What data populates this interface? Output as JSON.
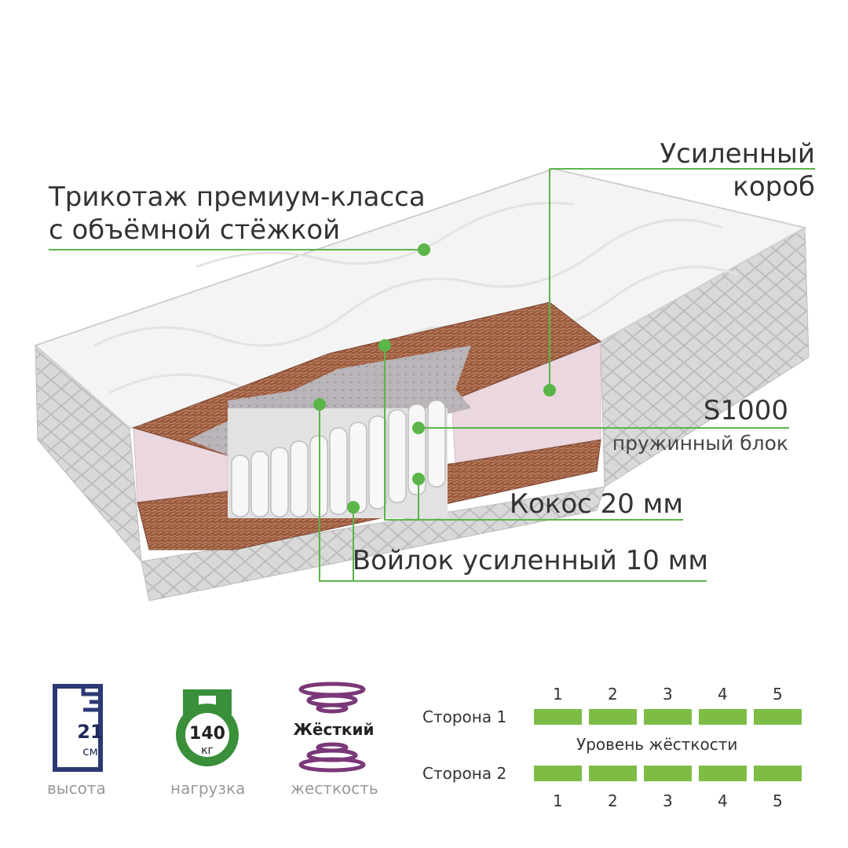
{
  "callouts": {
    "knit_line1": "Трикотаж премиум-класса",
    "knit_line2": "с объёмной стёжкой",
    "box_line1": "Усиленный",
    "box_line2": "короб",
    "spring_model": "S1000",
    "spring_desc": "пружинный блок",
    "coconut": "Кокос 20 мм",
    "felt": "Войлок усиленный 10 мм"
  },
  "specs": {
    "height_value": "21",
    "height_unit": "см",
    "height_caption": "высота",
    "load_value": "140",
    "load_unit": "кг",
    "load_caption": "нагрузка",
    "firmness_value": "Жёсткий",
    "firmness_caption": "жесткость"
  },
  "firmness_scale": {
    "title": "Уровень жёсткости",
    "levels": [
      "1",
      "2",
      "3",
      "4",
      "5"
    ],
    "side1": {
      "label": "Сторона 1",
      "level": 5
    },
    "side2": {
      "label": "Сторона 2",
      "level": 5
    }
  },
  "colors": {
    "accent_green": "#7dbd45",
    "leader_green": "#5bb548",
    "navy": "#2b3a73",
    "purple": "#7a3878",
    "dark_green": "#3a8f3a",
    "coconut_brown": "#9a5a3e",
    "foam_pink": "#ead7df"
  },
  "icons": [
    "ruler-icon",
    "weight-icon",
    "spring-icon",
    "mattress-illustration"
  ]
}
